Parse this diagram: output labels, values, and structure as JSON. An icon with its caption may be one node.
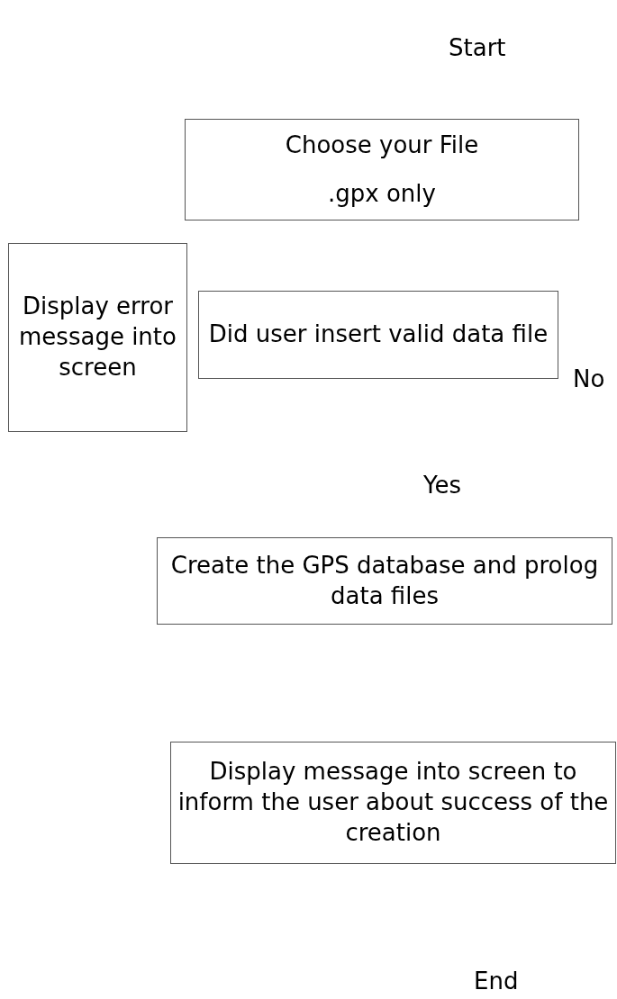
{
  "diagram": {
    "nodes": [
      {
        "text": [
          "Choose your File",
          ".gpx only"
        ]
      },
      {
        "text": [
          "Display error message into screen"
        ]
      },
      {
        "text": [
          "Did user insert valid data file"
        ]
      },
      {
        "text": [
          "Create the GPS database and prolog data files"
        ]
      },
      {
        "text": [
          "Display message into screen to inform the user about success of the creation"
        ]
      }
    ],
    "labels": [
      "Start",
      "No",
      "Yes",
      "End"
    ]
  }
}
